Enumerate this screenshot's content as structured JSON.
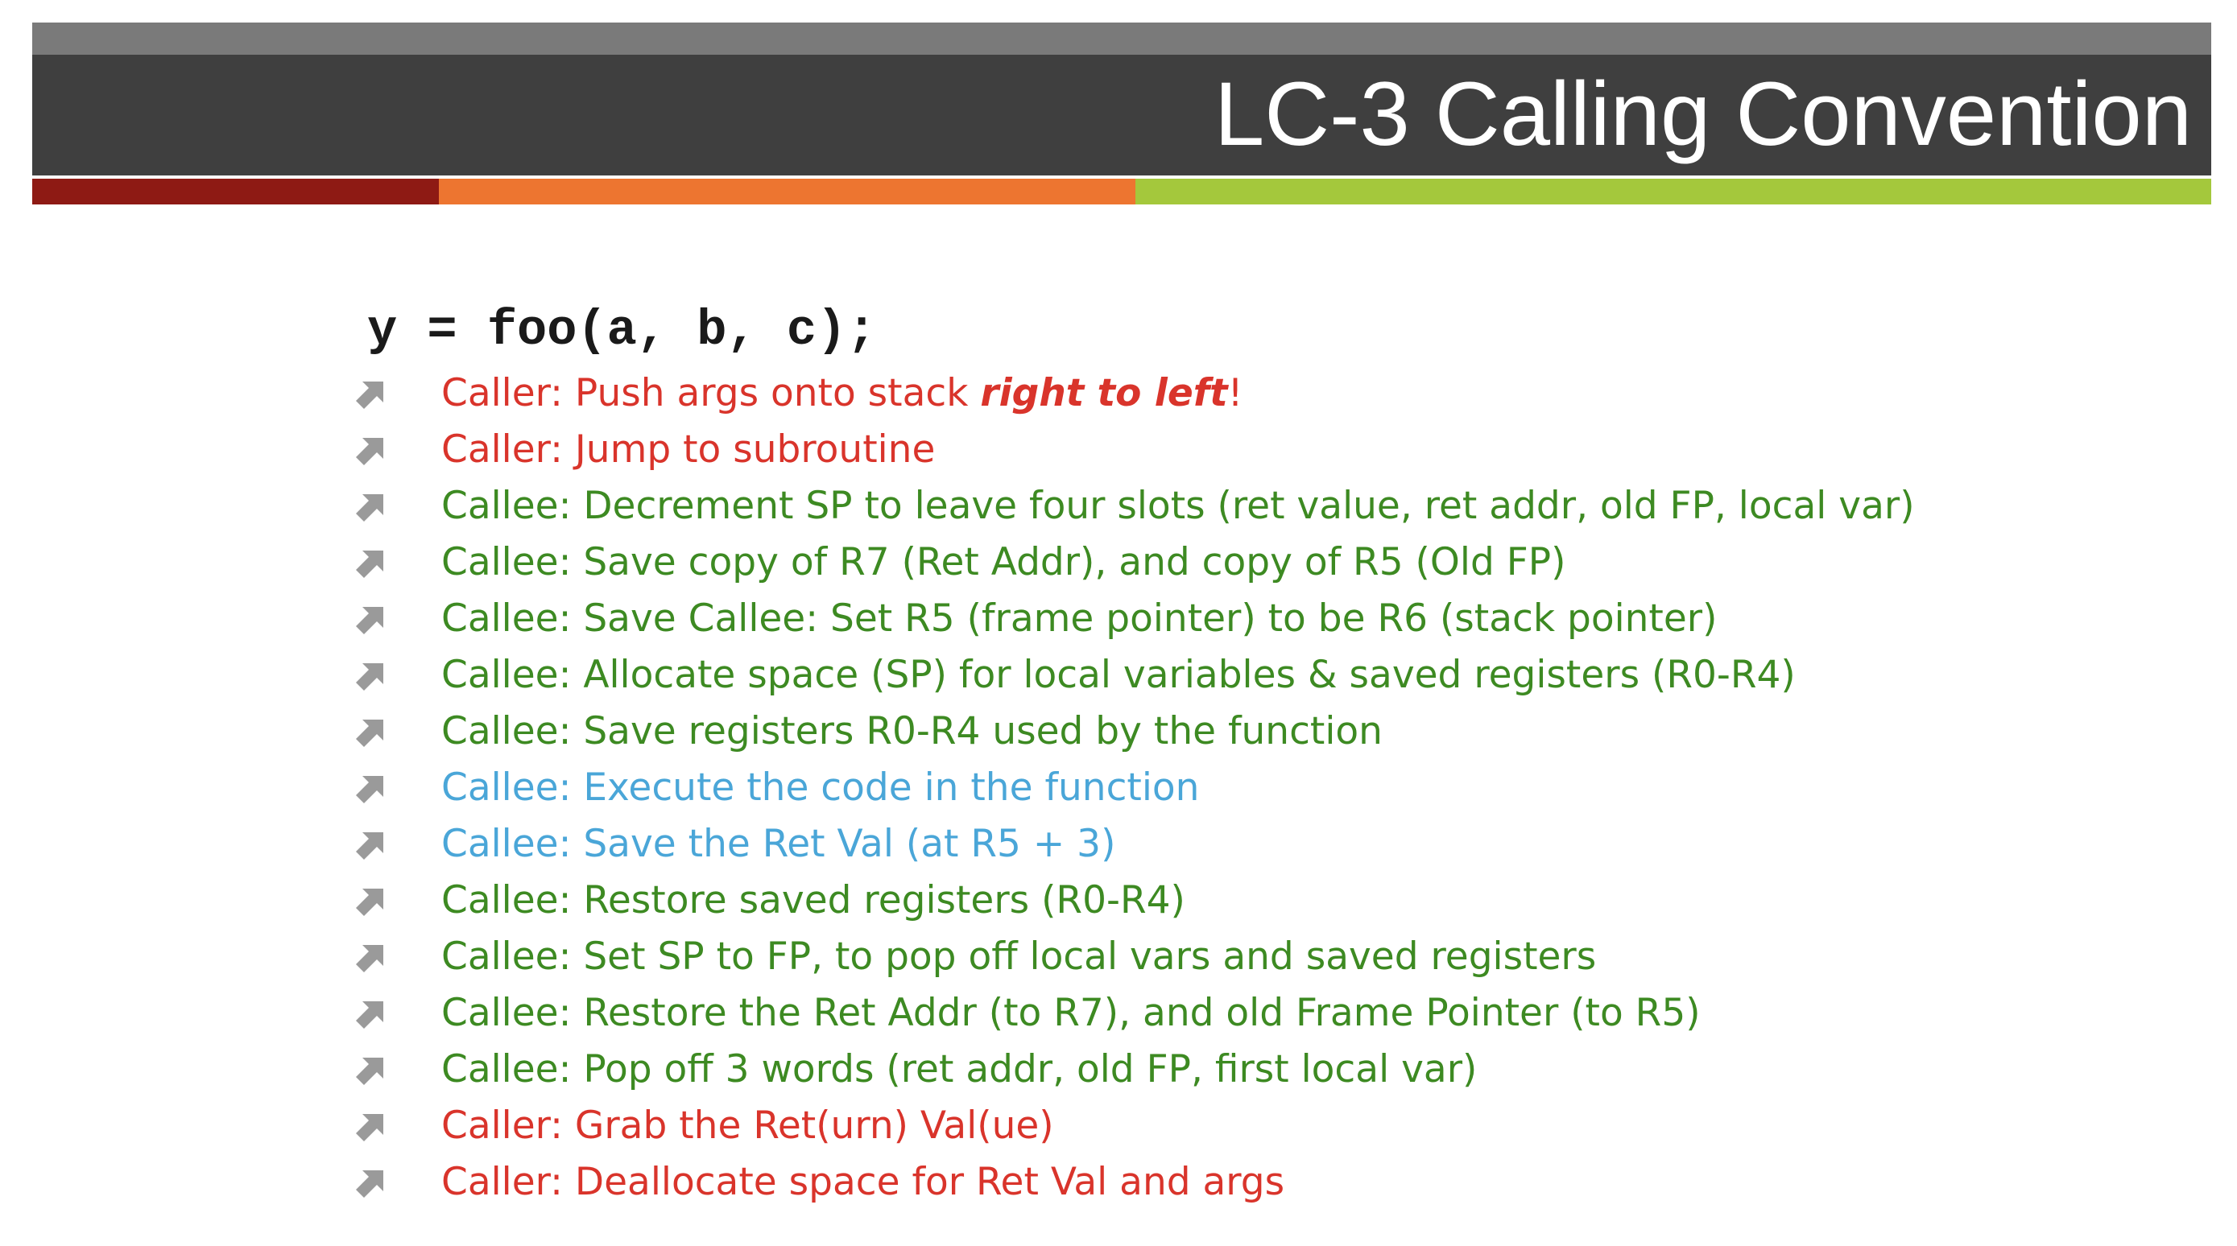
{
  "slide": {
    "title": "LC-3 Calling Convention",
    "code": "y = foo(a, b, c);"
  },
  "colors": {
    "strip": "#7a7a7a",
    "title_bar": "#3f3f3f",
    "accent_segments": [
      "#8e1a14",
      "#ed7530",
      "#a4c83c"
    ],
    "caller": "#d9342b",
    "callee": "#3d8a22",
    "execute": "#4aa6d8",
    "bullet": "#9a9a9a"
  },
  "steps": [
    {
      "segments": [
        {
          "text": "Caller: Push args onto stack ",
          "style": "normal"
        },
        {
          "text": "right to left",
          "style": "emph"
        },
        {
          "text": "!",
          "style": "normal"
        }
      ],
      "role": "caller",
      "icon": "arrow-up-right-icon"
    },
    {
      "segments": [
        {
          "text": "Caller: Jump to subroutine",
          "style": "normal"
        }
      ],
      "role": "caller",
      "icon": "arrow-up-right-icon"
    },
    {
      "segments": [
        {
          "text": "Callee: Decrement SP to leave four slots (ret value, ret addr, old FP, local var)",
          "style": "normal"
        }
      ],
      "role": "callee",
      "icon": "arrow-up-right-icon"
    },
    {
      "segments": [
        {
          "text": "Callee: Save copy of R7 (Ret Addr), and copy of R5 (Old FP)",
          "style": "normal"
        }
      ],
      "role": "callee",
      "icon": "arrow-up-right-icon"
    },
    {
      "segments": [
        {
          "text": "Callee: Save Callee: Set R5 (frame pointer) to be R6 (stack pointer)",
          "style": "normal"
        }
      ],
      "role": "callee",
      "icon": "arrow-up-right-icon"
    },
    {
      "segments": [
        {
          "text": "Callee: Allocate space (SP) for local variables & saved registers (R0-R4)",
          "style": "normal"
        }
      ],
      "role": "callee",
      "icon": "arrow-up-right-icon"
    },
    {
      "segments": [
        {
          "text": "Callee: Save registers R0-R4 used by the function",
          "style": "normal"
        }
      ],
      "role": "callee",
      "icon": "arrow-up-right-icon"
    },
    {
      "segments": [
        {
          "text": "Callee: Execute the code in the function",
          "style": "normal"
        }
      ],
      "role": "execute",
      "icon": "arrow-up-right-icon"
    },
    {
      "segments": [
        {
          "text": "Callee: Save the Ret Val (at R5 + 3)",
          "style": "normal"
        }
      ],
      "role": "execute",
      "icon": "arrow-up-right-icon"
    },
    {
      "segments": [
        {
          "text": "Callee: Restore saved registers (R0-R4)",
          "style": "normal"
        }
      ],
      "role": "callee",
      "icon": "arrow-up-right-icon"
    },
    {
      "segments": [
        {
          "text": "Callee: Set SP to FP, to pop off local vars and saved registers",
          "style": "normal"
        }
      ],
      "role": "callee",
      "icon": "arrow-up-right-icon"
    },
    {
      "segments": [
        {
          "text": "Callee: Restore the Ret Addr (to R7), and old Frame Pointer (to R5)",
          "style": "normal"
        }
      ],
      "role": "callee",
      "icon": "arrow-up-right-icon"
    },
    {
      "segments": [
        {
          "text": "Callee: Pop off 3 words (ret addr, old FP, first local var)",
          "style": "normal"
        }
      ],
      "role": "callee",
      "icon": "arrow-up-right-icon"
    },
    {
      "segments": [
        {
          "text": "Caller: Grab the Ret(urn) Val(ue)",
          "style": "normal"
        }
      ],
      "role": "caller",
      "icon": "arrow-up-right-icon"
    },
    {
      "segments": [
        {
          "text": "Caller: Deallocate space for Ret Val and args",
          "style": "normal"
        }
      ],
      "role": "caller",
      "icon": "arrow-up-right-icon"
    }
  ]
}
